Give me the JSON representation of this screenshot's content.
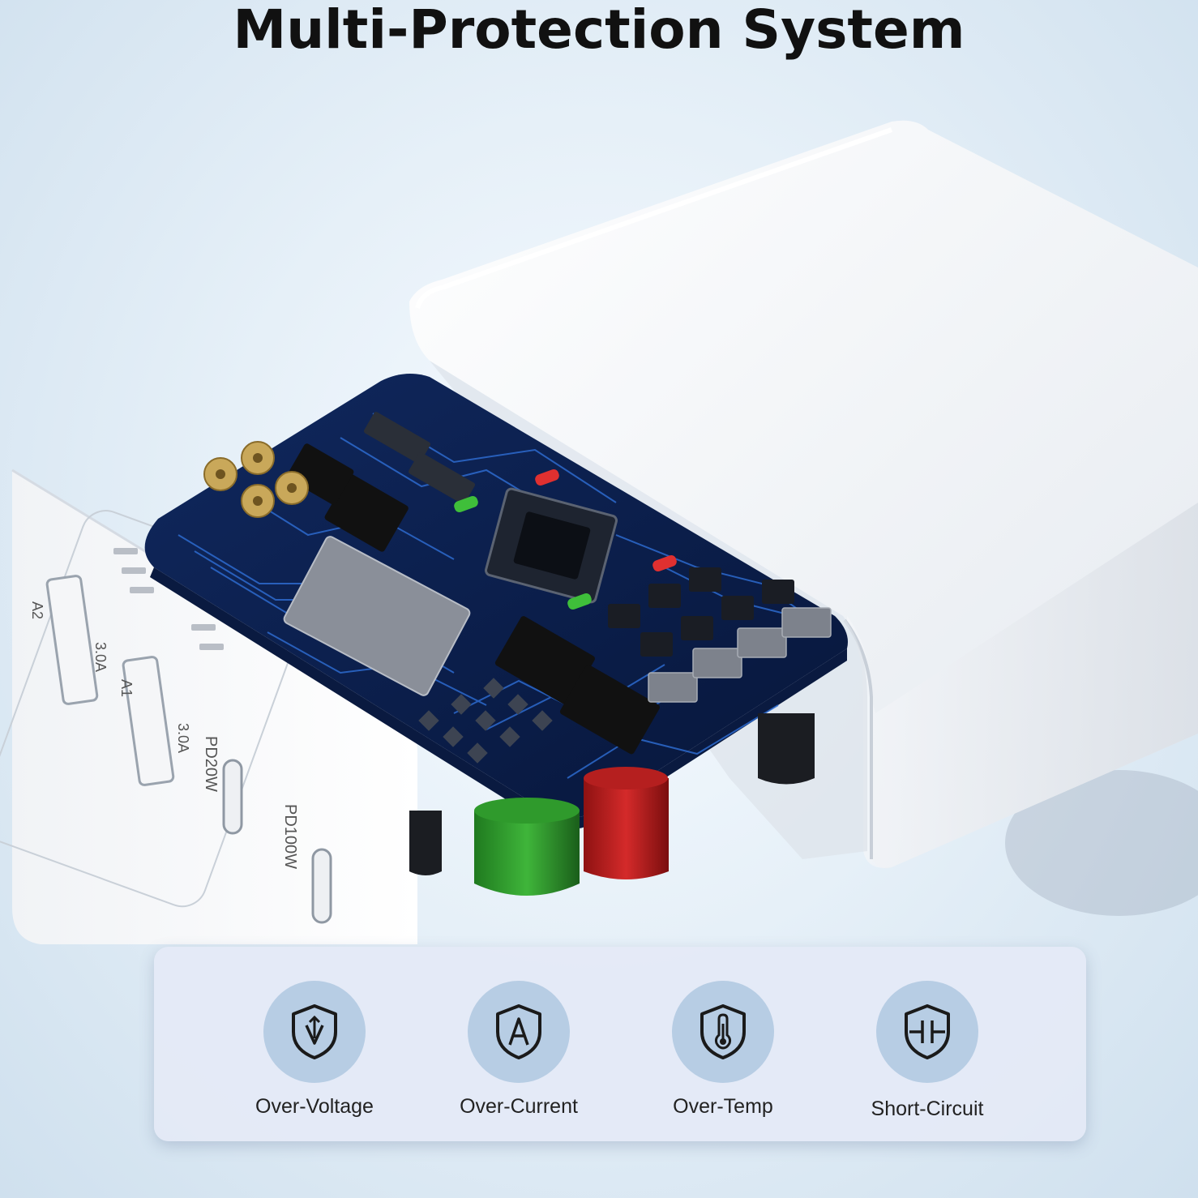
{
  "title": "Multi-Protection System",
  "charger_labels": {
    "a2": "A2",
    "a2_rating": "3.0A",
    "a1": "A1",
    "a1_rating": "3.0A",
    "c2": "PD20W",
    "c1": "PD100W"
  },
  "features": [
    {
      "label": "Over-Voltage",
      "icon": "shield-voltage-icon"
    },
    {
      "label": "Over-Current",
      "icon": "shield-current-icon"
    },
    {
      "label": "Over-Temp",
      "icon": "shield-temperature-icon"
    },
    {
      "label": "Short-Circuit",
      "icon": "shield-short-circuit-icon"
    }
  ],
  "colors": {
    "badge": "#b7cde4",
    "pcb": "#0d1f4a",
    "trace": "#2f6fd6"
  }
}
